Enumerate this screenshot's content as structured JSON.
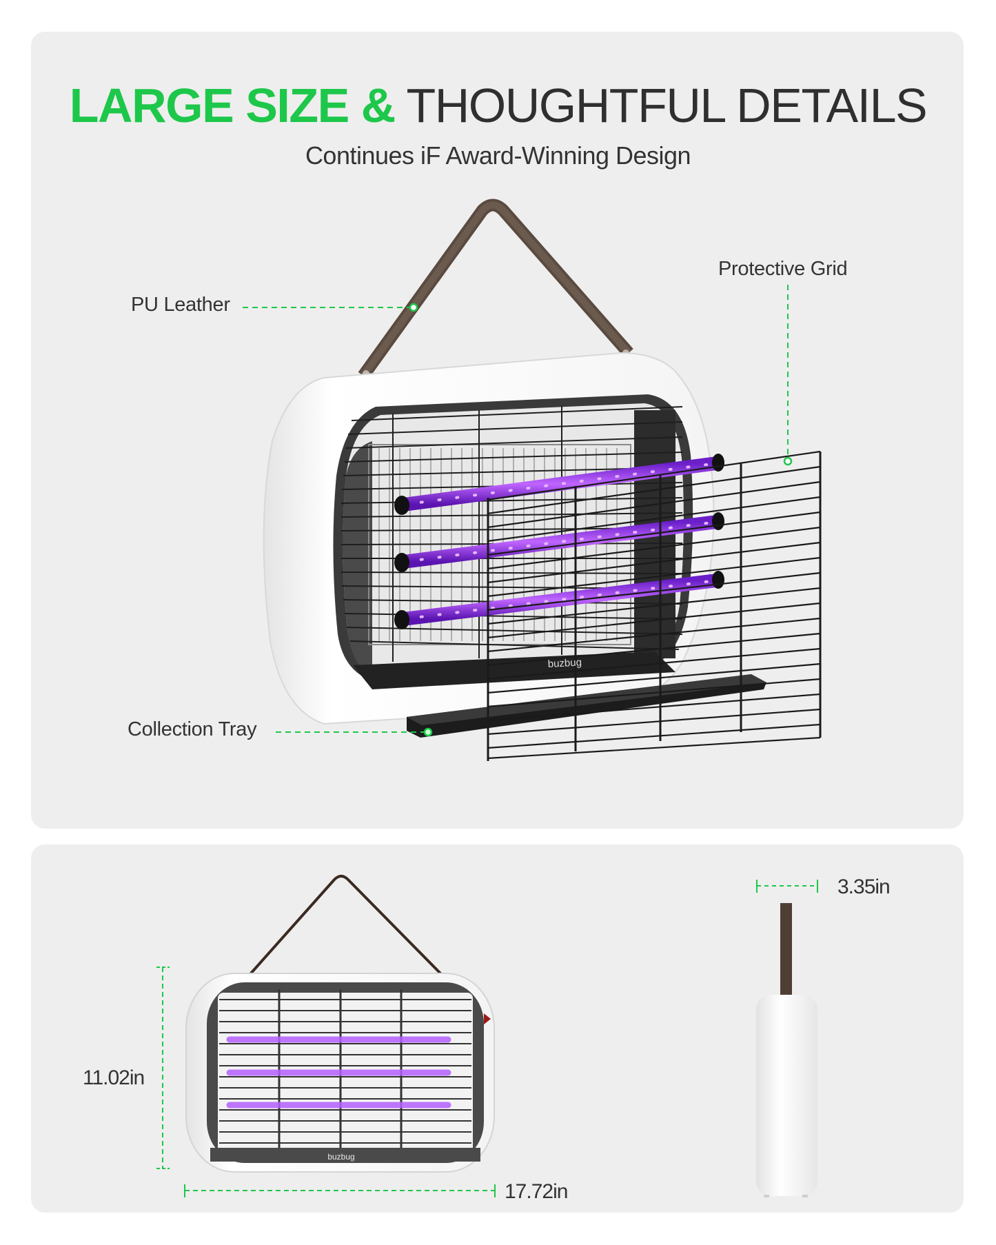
{
  "header": {
    "title_accent": "LARGE SIZE &",
    "title_rest": " THOUGHTFUL DETAILS",
    "subtitle": "Continues iF Award-Winning Design"
  },
  "callouts": [
    {
      "label": "PU Leather"
    },
    {
      "label": "Protective Grid"
    },
    {
      "label": "Collection Tray"
    }
  ],
  "dimensions": {
    "height": "11.02in",
    "width": "17.72in",
    "depth": "3.35in"
  },
  "product": {
    "brand": "buzbug"
  },
  "colors": {
    "accent_green": "#1dc74a",
    "panel_bg": "#eeeeee",
    "text_dark": "#333333",
    "strap_brown": "#5a4a40",
    "uv_purple": "#a23cff"
  }
}
